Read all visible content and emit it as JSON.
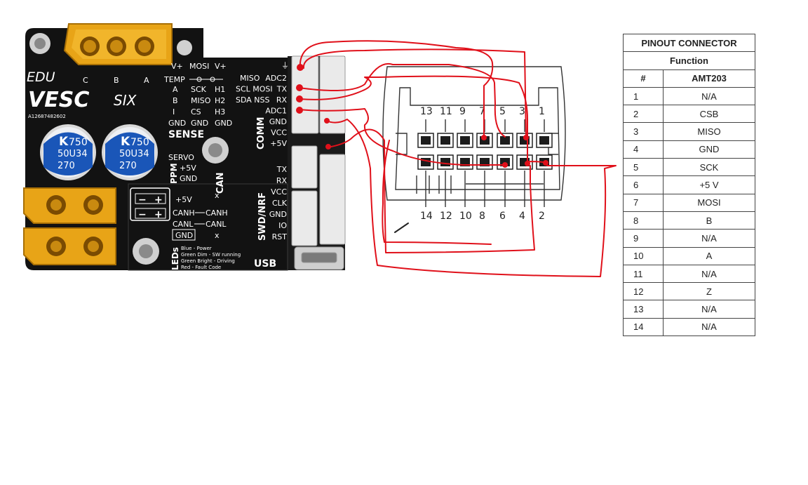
{
  "board": {
    "brand_edu": "EDU",
    "brand_vesc": "VESC",
    "brand_six": "SIX",
    "serial": "A12687482602",
    "phase_labels": [
      "C",
      "B",
      "A"
    ],
    "capacitors": [
      {
        "brand": "K",
        "value": "750",
        "code": "50U34",
        "cap": "270"
      },
      {
        "brand": "K",
        "value": "750",
        "code": "50U34",
        "cap": "270"
      }
    ],
    "sense": {
      "title": "SENSE",
      "header": [
        "V+",
        "MOSI",
        "V+"
      ],
      "temp": "TEMP",
      "rows": [
        [
          "A",
          "SCK",
          "H1"
        ],
        [
          "B",
          "MISO",
          "H2"
        ],
        [
          "I",
          "CS",
          "H3"
        ],
        [
          "GND",
          "GND",
          "GND"
        ]
      ]
    },
    "ppm": {
      "title": "PPM",
      "servo": "SERVO",
      "v5": "+5V",
      "gnd": "GND"
    },
    "can": {
      "title": "CAN",
      "x": "x",
      "v5": "+5V",
      "canh": "CANH",
      "canh2": "CANH",
      "canl": "CANL",
      "canl2": "CANL",
      "gnd": "GND",
      "x2": "x"
    },
    "comm": {
      "title": "COMM",
      "rows": [
        {
          "left": "MISO",
          "right": "ADC2"
        },
        {
          "left": "SCL MOSI",
          "right": "TX"
        },
        {
          "left": "SDA NSS",
          "right": "RX"
        },
        {
          "left": "",
          "right": "ADC1"
        },
        {
          "left": "",
          "right": "GND"
        },
        {
          "left": "",
          "right": "VCC"
        },
        {
          "left": "",
          "right": "+5V"
        }
      ]
    },
    "swd": {
      "title": "SWD/NRF",
      "pins": [
        "TX",
        "RX",
        "VCC",
        "CLK",
        "GND",
        "IO",
        "RST"
      ]
    },
    "leds": {
      "title": "LEDs",
      "lines": [
        "Blue - Power",
        "Green Dim - SW running",
        "Green Bright - Driving",
        "Red - Fault Code"
      ]
    },
    "usb": "USB"
  },
  "connector": {
    "top_numbers": [
      "13",
      "11",
      "9",
      "7",
      "5",
      "3",
      "1"
    ],
    "bottom_numbers": [
      "14",
      "12",
      "10",
      "8",
      "6",
      "4",
      "2"
    ]
  },
  "pinout": {
    "title": "PINOUT CONNECTOR",
    "subtitle": "Function",
    "col_num": "#",
    "col_fn": "AMT203",
    "rows": [
      {
        "n": "1",
        "f": "N/A"
      },
      {
        "n": "2",
        "f": "CSB"
      },
      {
        "n": "3",
        "f": "MISO"
      },
      {
        "n": "4",
        "f": "GND"
      },
      {
        "n": "5",
        "f": "SCK"
      },
      {
        "n": "6",
        "f": "+5 V"
      },
      {
        "n": "7",
        "f": "MOSI"
      },
      {
        "n": "8",
        "f": "B"
      },
      {
        "n": "9",
        "f": "N/A"
      },
      {
        "n": "10",
        "f": "A"
      },
      {
        "n": "11",
        "f": "N/A"
      },
      {
        "n": "12",
        "f": "Z"
      },
      {
        "n": "13",
        "f": "N/A"
      },
      {
        "n": "14",
        "f": "N/A"
      }
    ]
  },
  "colors": {
    "board": "#121212",
    "wire": "#e0101a",
    "xt": "#e8a417",
    "cap": "#1a56b8"
  }
}
